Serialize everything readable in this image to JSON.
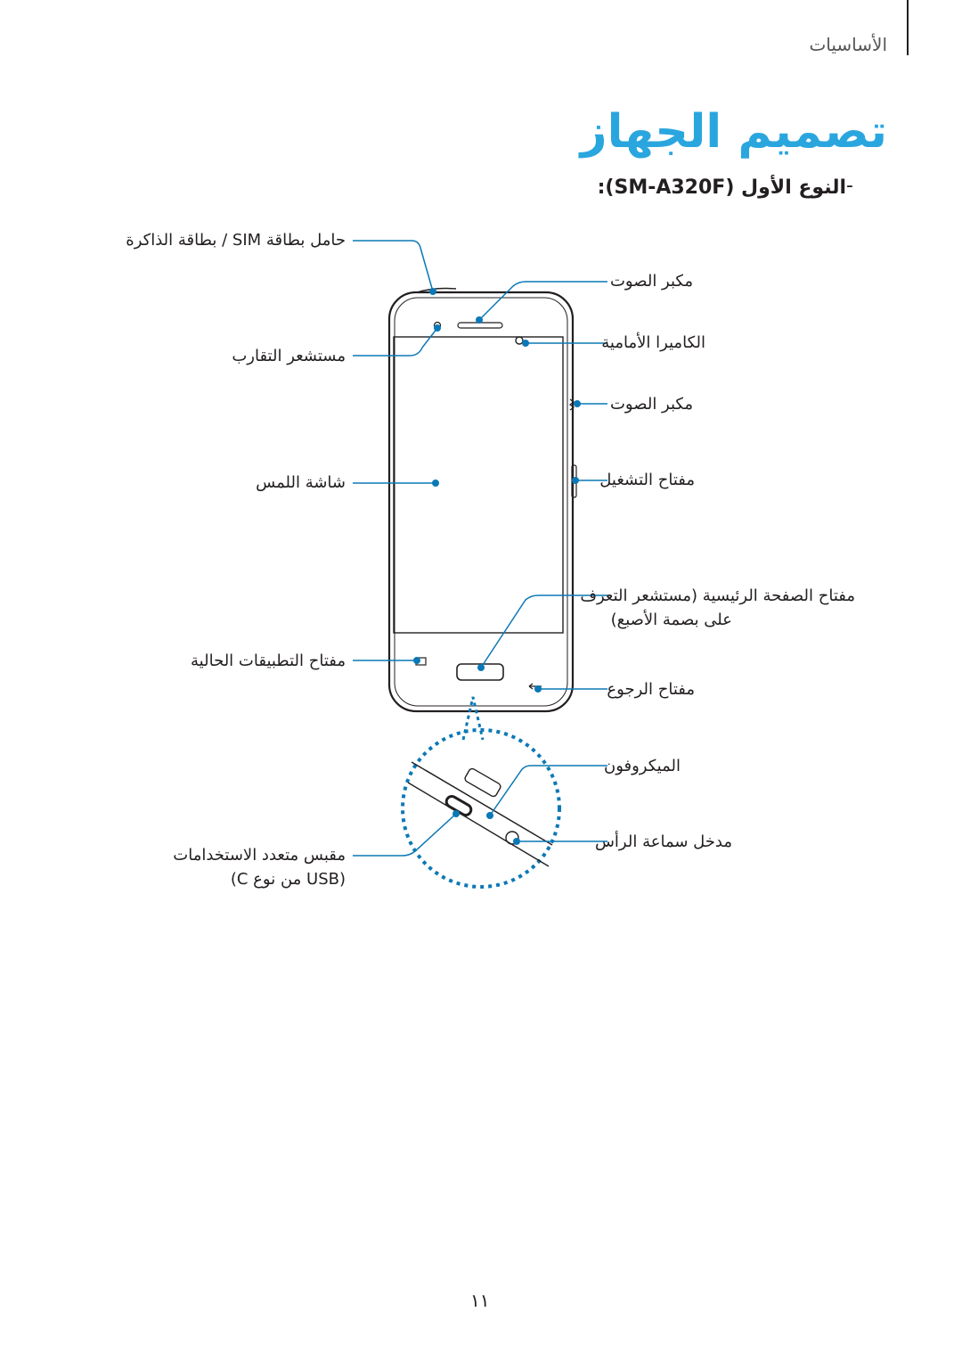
{
  "header": {
    "section": "الأساسيات"
  },
  "title": "تصميم الجهاز",
  "model_line": "النوع الأول (SM-A320F):",
  "model_dash": "-",
  "labels": {
    "sim_tray": "حامل بطاقة SIM / بطاقة الذاكرة",
    "proximity_sensor": "مستشعر التقارب",
    "touch_screen": "شاشة اللمس",
    "recent_apps_key": "مفتاح التطبيقات الحالية",
    "usb_port_line1": "مقبس متعدد الاستخدامات",
    "usb_port_line2": "(USB من نوع C)",
    "speaker_top": "مكبر الصوت",
    "front_camera": "الكاميرا الأمامية",
    "speaker_side": "مكبر الصوت",
    "power_key": "مفتاح التشغيل",
    "home_key_line1": "مفتاح الصفحة الرئيسية (مستشعر التعرف",
    "home_key_line2": "على بصمة الأصبع)",
    "back_key": "مفتاح الرجوع",
    "microphone": "الميكروفون",
    "headset_jack": "مدخل سماعة الرأس"
  },
  "colors": {
    "accent": "#2aa6df",
    "callout": "#0b78b6",
    "text": "#231f20"
  },
  "page_number": "١١"
}
